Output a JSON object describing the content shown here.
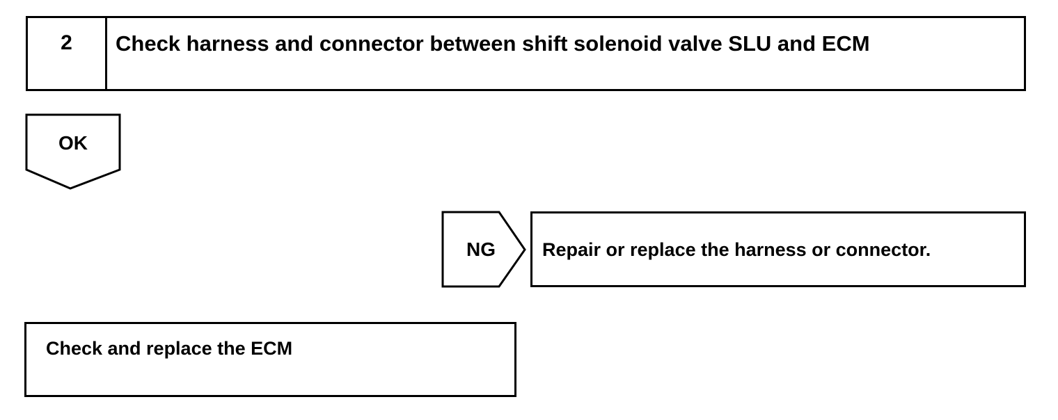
{
  "step": {
    "number": "2",
    "title": "Check harness and connector between shift solenoid valve SLU and ECM"
  },
  "ok_branch": {
    "label": "OK"
  },
  "ng_branch": {
    "label": "NG",
    "action": "Repair or replace the harness or connector."
  },
  "final_step": {
    "text": "Check and replace the ECM"
  }
}
